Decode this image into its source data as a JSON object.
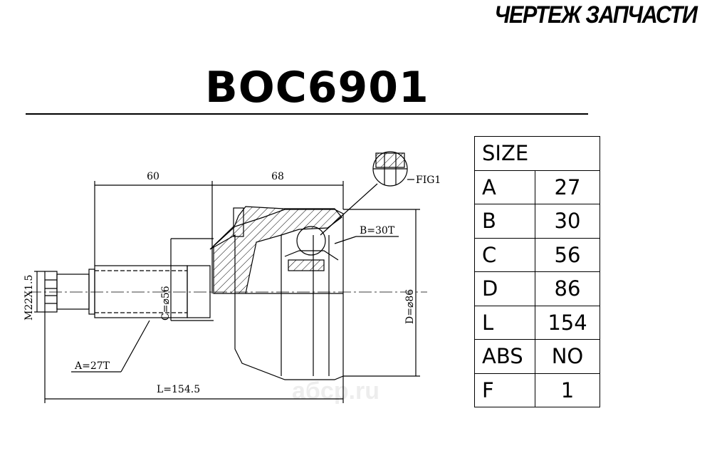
{
  "header": {
    "brand_title": "ЧЕРТЕЖ ЗАПЧАСТИ"
  },
  "part": {
    "number": "BOC6901"
  },
  "drawing": {
    "dim_60": "60",
    "dim_68": "68",
    "fig_label": "FIG1",
    "b_label": "B=30T",
    "a_label": "A=27T",
    "c_label": "C=⌀56",
    "d_label": "D=⌀86",
    "thread_label": "M22X1.5",
    "l_label": "L=154.5",
    "watermark": "aбcp.ru"
  },
  "spec": {
    "title": "SIZE",
    "rows": [
      {
        "key": "A",
        "value": "27"
      },
      {
        "key": "B",
        "value": "30"
      },
      {
        "key": "C",
        "value": "56"
      },
      {
        "key": "D",
        "value": "86"
      },
      {
        "key": "L",
        "value": "154"
      },
      {
        "key": "ABS",
        "value": "NO"
      },
      {
        "key": "F",
        "value": "1"
      }
    ]
  }
}
